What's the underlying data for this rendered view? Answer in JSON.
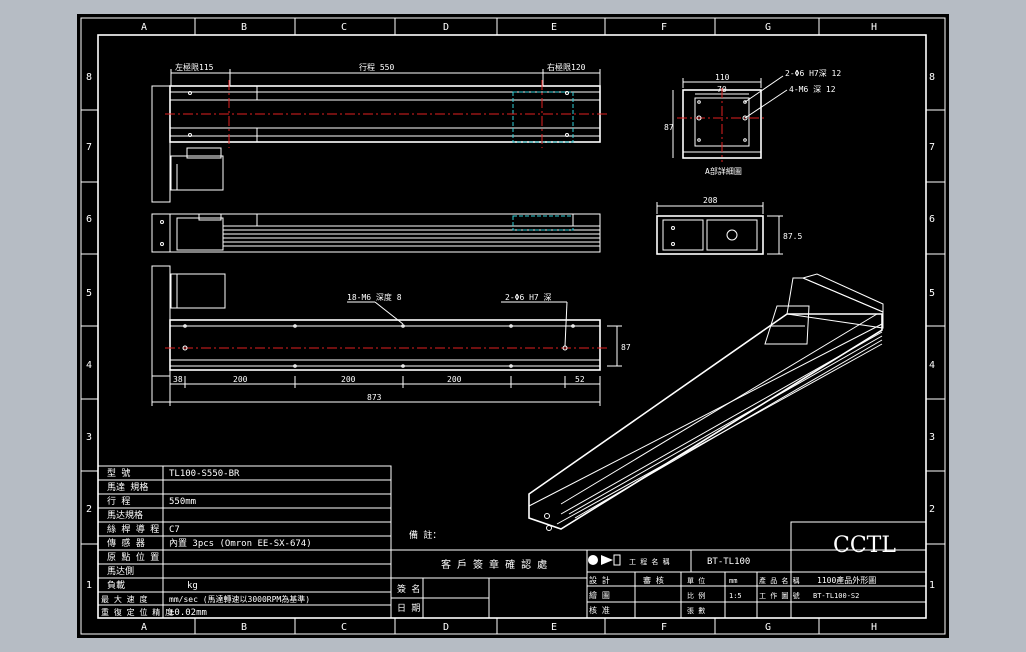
{
  "zones": {
    "columns": [
      "A",
      "B",
      "C",
      "D",
      "E",
      "F",
      "G",
      "H"
    ],
    "rows": [
      "8",
      "7",
      "6",
      "5",
      "4",
      "3",
      "2",
      "1"
    ]
  },
  "top_view": {
    "dim_left": "左極限115",
    "dim_stroke": "行程 550",
    "dim_right": "右極限120"
  },
  "detail_view": {
    "dim_width": "110",
    "dim_inner": "70",
    "dim_height": "87",
    "note_1": "2-Φ6 H7深 12",
    "note_2": "4-M6 深 12",
    "caption": "A部詳細圖"
  },
  "end_view": {
    "dim_width": "208",
    "dim_height": "87.5"
  },
  "bottom_view": {
    "note_holes_1": "18-M6 深度 8",
    "note_holes_2": "2-Φ6 H7 深",
    "dim_height": "87",
    "dim_segments": [
      "38",
      "200",
      "200",
      "200",
      "52"
    ],
    "dim_total": "873"
  },
  "spec_table": {
    "rows": [
      {
        "label": "型 號",
        "value": "TL100-S550-BR"
      },
      {
        "label": "馬達 規格",
        "value": ""
      },
      {
        "label": "行 程",
        "value": "550mm"
      },
      {
        "label": "馬达規格",
        "value": ""
      },
      {
        "label": "絲 桿 導 程",
        "value": "C7"
      },
      {
        "label": "傳 感 器",
        "value": "內置 3pcs (Omron EE-SX-674)"
      },
      {
        "label": "原 點 位 置",
        "value": ""
      },
      {
        "label": "馬达側",
        "value": ""
      },
      {
        "label": "負載",
        "value": "kg"
      },
      {
        "label": "最 大 速 度",
        "value": "mm/sec (馬達轉速以3000RPM為基準)"
      },
      {
        "label": "重 復 定 位 精 度",
        "value": "±0.02mm"
      }
    ]
  },
  "notes": {
    "label": "備 註："
  },
  "approval": {
    "title": "客 戶 簽 章 確 認 處",
    "sign_label": "簽 名",
    "date_label": "日 期"
  },
  "title_block": {
    "project_label": "工 程 名 稱",
    "project_value": "BT-TL100",
    "designer": "設 計",
    "checker": "審 核",
    "drafter": "繪 圖",
    "approver": "核 准",
    "unit_label": "單 位",
    "unit_value": "mm",
    "ratio_label": "比 例",
    "ratio_value": "1:5",
    "sheet_label": "張 數",
    "part_label": "產 品 名 稱",
    "part_value": "1100產品外形圖",
    "drawing_no_label": "工 作 圖 號",
    "drawing_no_value": "BT-TL100-S2",
    "logo_text": "CCTL"
  }
}
